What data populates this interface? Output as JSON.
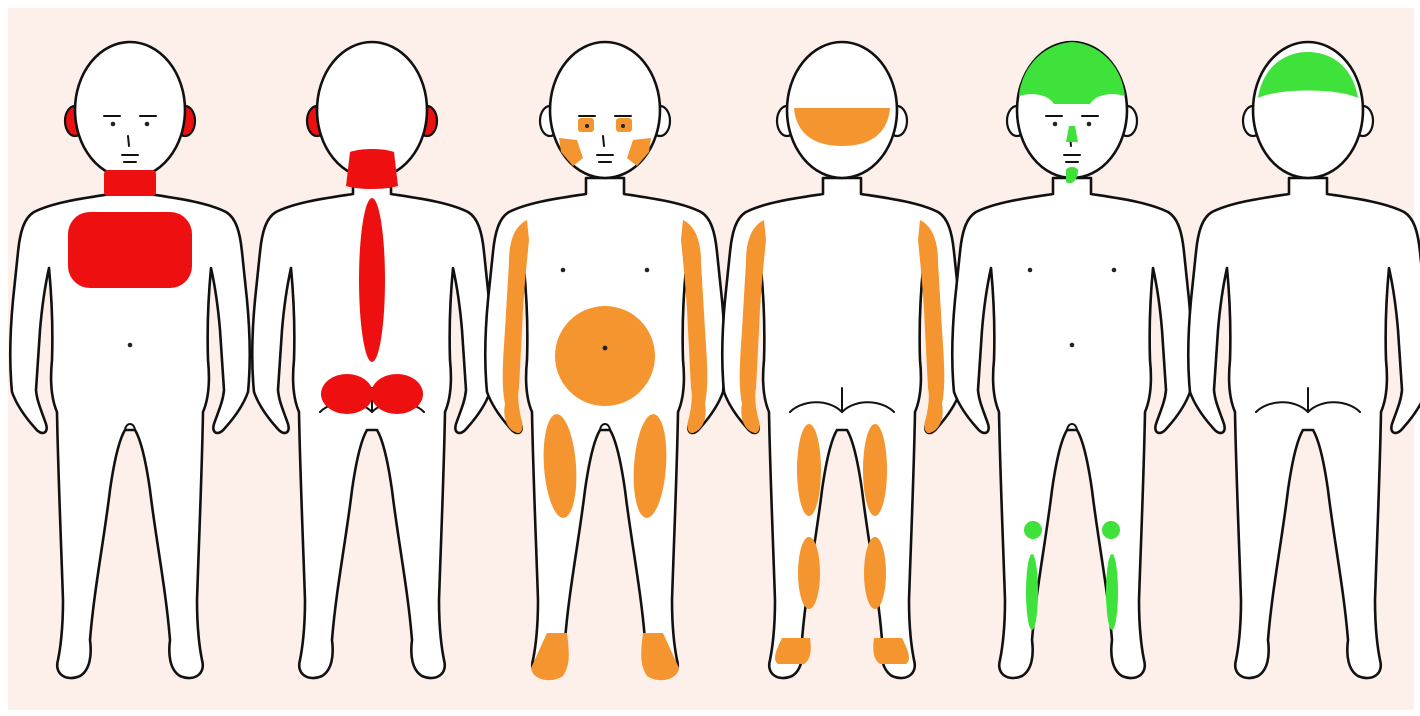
{
  "colors": {
    "background": "#fdf0ea",
    "red": "#ee1010",
    "orange": "#f5952f",
    "green": "#3ee23a",
    "outline": "#111111"
  },
  "figures": [
    {
      "view": "front",
      "highlight_color": "red",
      "regions": [
        "ears",
        "neck",
        "chest"
      ]
    },
    {
      "view": "back",
      "highlight_color": "red",
      "regions": [
        "ears",
        "back-of-neck",
        "spine",
        "buttocks"
      ]
    },
    {
      "view": "front",
      "highlight_color": "orange",
      "regions": [
        "eyes",
        "cheeks",
        "arms",
        "abdomen",
        "thighs",
        "feet"
      ]
    },
    {
      "view": "back",
      "highlight_color": "orange",
      "regions": [
        "back-of-head",
        "arms",
        "back-of-thighs",
        "calves",
        "heels"
      ]
    },
    {
      "view": "front",
      "highlight_color": "green",
      "regions": [
        "hair",
        "nose",
        "chin",
        "knees",
        "shins"
      ]
    },
    {
      "view": "back",
      "highlight_color": "green",
      "regions": [
        "crown"
      ]
    }
  ]
}
